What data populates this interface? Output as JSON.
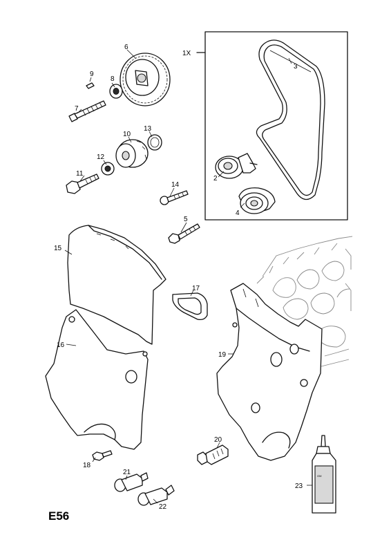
{
  "diagram_code": "E56",
  "kit_label": "1X",
  "callouts": {
    "c2": "2",
    "c3": "3",
    "c4": "4",
    "c5": "5",
    "c6": "6",
    "c7": "7",
    "c8": "8",
    "c9": "9",
    "c10": "10",
    "c11": "11",
    "c12": "12",
    "c13": "13",
    "c14": "14",
    "c15": "15",
    "c16": "16",
    "c17": "17",
    "c18": "18",
    "c19": "19",
    "c20": "20",
    "c21": "21",
    "c22": "22",
    "c23": "23"
  }
}
